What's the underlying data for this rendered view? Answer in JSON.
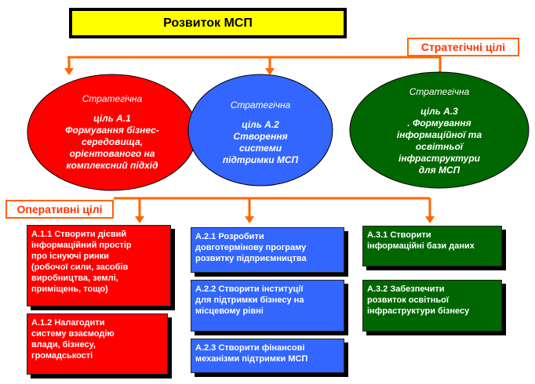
{
  "title": "Розвиток МСП",
  "strategic_tag": "Стратегічні цілі",
  "operative_tag": "Оперативні цілі",
  "colors": {
    "orange": "#ff6600",
    "red": "#ff0000",
    "blue": "#3366ff",
    "green": "#006600",
    "yellow": "#ffff00"
  },
  "goals": [
    {
      "color": "red",
      "lines": [
        "Стратегічна",
        "ціль А.1",
        "Формування бізнес-",
        "середовища,",
        "орієнтованого на",
        "комплексний підхід"
      ],
      "tasks": [
        {
          "lines": [
            "А.1.1 Створити дієвий",
            "інформаційний простір",
            "про існуючі ринки",
            "(робочої сили, засобів",
            "виробництва, землі,",
            "приміщень, тощо)"
          ]
        },
        {
          "lines": [
            "А.1.2 Налагодити",
            "систему взаємодію",
            "влади, бізнесу,",
            "громадськості"
          ]
        }
      ]
    },
    {
      "color": "blue",
      "lines": [
        "Стратегічна",
        "ціль А.2",
        "Створення",
        "системи",
        "підтримки МСП"
      ],
      "tasks": [
        {
          "lines": [
            "А.2.1 Розробити",
            "довготермінову програму",
            "розвитку підприємництва"
          ]
        },
        {
          "lines": [
            "А.2.2 Створити інституції",
            "для підтримки бізнесу на",
            "місцевому рівні"
          ]
        },
        {
          "lines": [
            "А.2.3 Створити фінансові",
            "механізми підтримки МСП"
          ]
        }
      ]
    },
    {
      "color": "green",
      "lines": [
        "Стратегічна",
        "ціль А.3",
        ". Формування",
        "інформаційної та",
        "освітньої",
        "інфраструктури",
        "для МСП"
      ],
      "tasks": [
        {
          "lines": [
            "А.3.1 Створити",
            "інформаційні бази даних"
          ]
        },
        {
          "lines": [
            "А.3.2 Забезпечити",
            "розвиток освітньої",
            "інфраструктури бізнесу"
          ]
        }
      ]
    }
  ]
}
